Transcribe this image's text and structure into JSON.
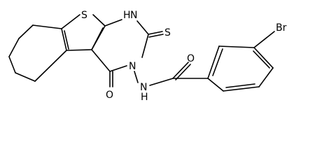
{
  "molecule": {
    "atoms": {
      "S_ring": "S",
      "NH_ring": "H",
      "NH_ring_N": "N",
      "S_thione": "S",
      "O_ketone": "O",
      "N_ring3": "N",
      "NH_amide_N": "N",
      "NH_amide_H": "H",
      "O_amide": "O",
      "Br": "Br"
    },
    "colors": {
      "bond": "#000000",
      "label": "#000000",
      "background": "#ffffff"
    }
  }
}
